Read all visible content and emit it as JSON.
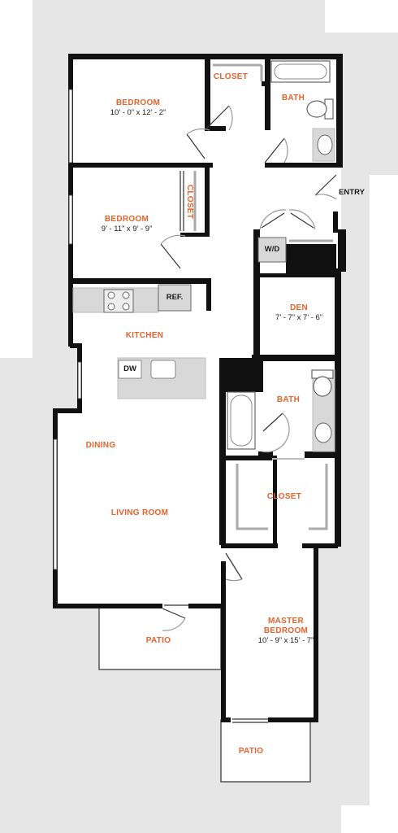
{
  "colors": {
    "background": "#e6e6e6",
    "floor": "#ffffff",
    "wall": "#111111",
    "counter": "#d8d8d8",
    "room_label": "#e8622c",
    "text": "#1a1a1a"
  },
  "rooms": {
    "bedroom_1": {
      "name": "BEDROOM",
      "dims": "10’ - 0” x 12’ - 2”"
    },
    "closet_1": {
      "name": "CLOSET"
    },
    "bath_1": {
      "name": "BATH"
    },
    "bedroom_2": {
      "name": "BEDROOM",
      "dims": "9’ - 11” x 9’ - 9”"
    },
    "closet_2": {
      "name": "CLOSET"
    },
    "entry": {
      "name": "ENTRY"
    },
    "washer_dryer": {
      "name": "W/D"
    },
    "refrigerator": {
      "name": "REF."
    },
    "den": {
      "name": "DEN",
      "dims": "7’ - 7” x 7’ - 6”"
    },
    "kitchen": {
      "name": "KITCHEN"
    },
    "dishwasher": {
      "name": "DW"
    },
    "bath_2": {
      "name": "BATH"
    },
    "dining": {
      "name": "DINING"
    },
    "closet_3": {
      "name": "CLOSET"
    },
    "living_room": {
      "name": "LIVING ROOM"
    },
    "patio_1": {
      "name": "PATIO"
    },
    "master_bedroom": {
      "name": "MASTER\nBEDROOM",
      "dims": "10’ - 9” x 15’ - 7”"
    },
    "patio_2": {
      "name": "PATIO"
    }
  }
}
